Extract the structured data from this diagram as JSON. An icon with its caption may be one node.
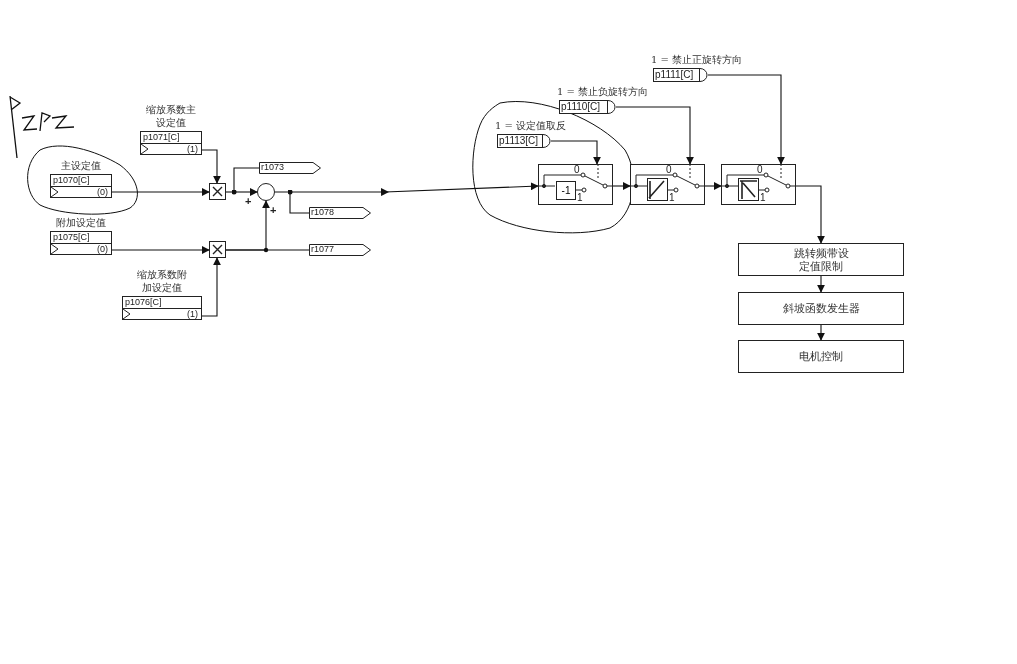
{
  "diagram": {
    "nodes": [
      {
        "text": [
          "主设定值",
          "p1070[C]",
          "(0)"
        ]
      },
      {
        "text": [
          "缩放系数主设定值",
          "p1071[C]",
          "(1)"
        ]
      },
      {
        "text": [],
        "shape": "box"
      },
      {
        "text": [],
        "shape": "circle"
      },
      {
        "text": [
          "r1073"
        ]
      },
      {
        "text": [
          "r1078"
        ]
      },
      {
        "text": [
          "附加设定值",
          "p1075[C]",
          "(0)"
        ]
      },
      {
        "text": [],
        "shape": "box"
      },
      {
        "text": [
          "r1077"
        ]
      },
      {
        "text": [
          "缩放系数附加设定值",
          "p1076[C]",
          "(1)"
        ]
      },
      {
        "text": [
          "1 = 设定值取反",
          "p1113[C]"
        ]
      },
      {
        "text": [
          "1 = 禁止负旋转方向",
          "p1110[C]"
        ]
      },
      {
        "text": [
          "1 = 禁止正旋转方向",
          "p1111[C]"
        ]
      },
      {
        "text": [
          "0",
          "1"
        ]
      },
      {
        "text": [
          "-1"
        ],
        "in": 13
      },
      {
        "text": [
          "0",
          "1"
        ]
      },
      {
        "text": [
          "0",
          "1"
        ]
      },
      {
        "text": [
          "跳转频带设定值限制"
        ]
      },
      {
        "text": [
          "斜坡函数发生器"
        ]
      },
      {
        "text": [
          "电机控制"
        ]
      }
    ],
    "edges": [
      {
        "from": 0,
        "to": 2,
        "arrow": "to"
      },
      {
        "from": 1,
        "to": 2,
        "arrow": "to"
      },
      {
        "from": 2,
        "to": 3,
        "arrow": "to",
        "label": "+"
      },
      {
        "from": 2,
        "to": 4,
        "arrow": "other"
      },
      {
        "from": 6,
        "to": 7,
        "arrow": "to"
      },
      {
        "from": 9,
        "to": 7,
        "arrow": "to"
      },
      {
        "from": 7,
        "to": 3,
        "arrow": "to",
        "label": "+"
      },
      {
        "from": 7,
        "to": 8,
        "arrow": "none"
      },
      {
        "from": 3,
        "to": 5,
        "arrow": "other"
      },
      {
        "from": 3,
        "to": 13,
        "arrow": "to"
      },
      {
        "from": 10,
        "to": 13,
        "arrow": "to"
      },
      {
        "from": 13,
        "to": 15,
        "arrow": "to"
      },
      {
        "from": 11,
        "to": 15,
        "arrow": "to"
      },
      {
        "from": 15,
        "to": 16,
        "arrow": "to"
      },
      {
        "from": 12,
        "to": 16,
        "arrow": "to"
      },
      {
        "from": 16,
        "to": 17,
        "arrow": "to"
      },
      {
        "from": 17,
        "to": 18,
        "arrow": "to"
      },
      {
        "from": 18,
        "to": 19,
        "arrow": "to"
      }
    ]
  }
}
